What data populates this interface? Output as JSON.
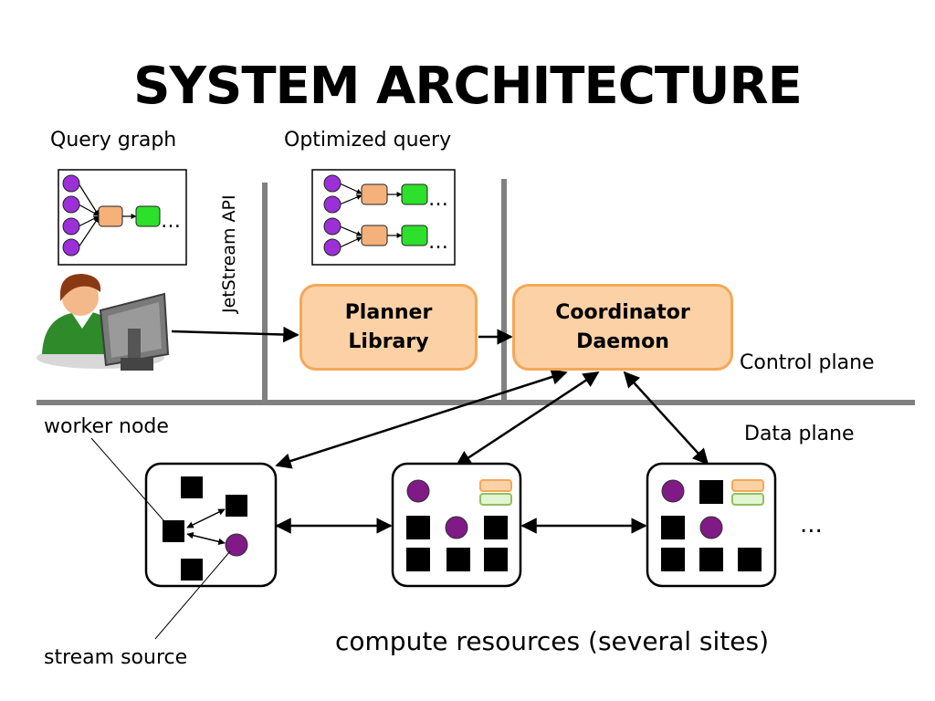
{
  "slide": {
    "title": "SYSTEM ARCHITECTURE",
    "query_graph_label": "Query graph",
    "optimized_query_label": "Optimized query",
    "api_label": "JetStream API",
    "planner_label_line1": "Planner",
    "planner_label_line2": "Library",
    "coordinator_label_line1": "Coordinator",
    "coordinator_label_line2": "Daemon",
    "control_plane_label": "Control plane",
    "data_plane_label": "Data plane",
    "worker_node_label": "worker node",
    "stream_source_label": "stream source",
    "compute_resources_label": "compute resources (several sites)",
    "ellipsis": "...",
    "graph_ellipsis": "…"
  },
  "colors": {
    "operator_purple": "#9b30d8",
    "source_purple": "#7f1a86",
    "operator_orange": "#f6b07a",
    "operator_green": "#2ce02c",
    "planner_fill": "#fcd1a6",
    "planner_border": "#f4a857",
    "divider_gray": "#808080"
  }
}
